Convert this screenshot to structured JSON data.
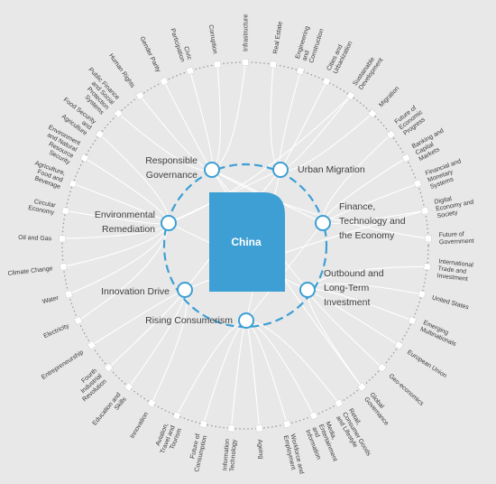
{
  "center": {
    "label": "China",
    "color": "#3d9fd3"
  },
  "colors": {
    "background": "#e8e8e9",
    "links": "#ffffff",
    "inner_ring": "#3d9fd3",
    "outer_ring": "#9a9a9a"
  },
  "subtopics": [
    {
      "id": "rg",
      "lines": [
        "Responsible",
        "Governance"
      ]
    },
    {
      "id": "um",
      "lines": [
        "Urban Migration"
      ]
    },
    {
      "id": "er",
      "lines": [
        "Environmental",
        "Remediation"
      ]
    },
    {
      "id": "ft",
      "lines": [
        "Finance,",
        "Technology and",
        "the Economy"
      ]
    },
    {
      "id": "id",
      "lines": [
        "Innovation Drive"
      ]
    },
    {
      "id": "ol",
      "lines": [
        "Outbound and",
        "Long-Term",
        "Investment"
      ]
    },
    {
      "id": "rc",
      "lines": [
        "Rising Consumerism"
      ]
    }
  ],
  "outer_topics": [
    {
      "label": "Infrastructure",
      "links": [
        "rg"
      ]
    },
    {
      "label": "Real Estate",
      "links": [
        "um"
      ]
    },
    {
      "label": "Engineering and Construction",
      "links": [
        "um"
      ]
    },
    {
      "label": "Cities and Urbanization",
      "links": [
        "um"
      ]
    },
    {
      "label": "Sustainable Development",
      "links": [
        "um",
        "er"
      ]
    },
    {
      "label": "Migration",
      "links": [
        "um"
      ]
    },
    {
      "label": "Future of Economic Progress",
      "links": [
        "ft"
      ]
    },
    {
      "label": "Banking and Capital Markets",
      "links": [
        "ft"
      ]
    },
    {
      "label": "Financial and Monetary Systems",
      "links": [
        "ft"
      ]
    },
    {
      "label": "Digital Economy and Society",
      "links": [
        "ft",
        "id"
      ]
    },
    {
      "label": "Future of Government",
      "links": [
        "rg"
      ]
    },
    {
      "label": "International Trade and Investment",
      "links": [
        "ol"
      ]
    },
    {
      "label": "United States",
      "links": [
        "ol"
      ]
    },
    {
      "label": "Emerging Multinationals",
      "links": [
        "ol"
      ]
    },
    {
      "label": "European Union",
      "links": [
        "ol"
      ]
    },
    {
      "label": "Geo-economics",
      "links": [
        "ol"
      ]
    },
    {
      "label": "Global Governance",
      "links": [
        "rg",
        "ol"
      ]
    },
    {
      "label": "Retail, Consumer Goods and Lifestyle",
      "links": [
        "rc"
      ]
    },
    {
      "label": "Media, Entertainment and Information",
      "links": [
        "rc"
      ]
    },
    {
      "label": "Workforce and Employment",
      "links": [
        "rc"
      ]
    },
    {
      "label": "Ageing",
      "links": [
        "rc"
      ]
    },
    {
      "label": "Information Technology",
      "links": [
        "rc"
      ]
    },
    {
      "label": "Future of Consumption",
      "links": [
        "rc"
      ]
    },
    {
      "label": "Aviation, Travel and Tourism",
      "links": [
        "rc"
      ]
    },
    {
      "label": "Innovation",
      "links": [
        "id"
      ]
    },
    {
      "label": "Education and Skills",
      "links": [
        "id"
      ]
    },
    {
      "label": "Fourth Industrial Revolution",
      "links": [
        "id"
      ]
    },
    {
      "label": "Entrepreneurship",
      "links": [
        "id"
      ]
    },
    {
      "label": "Electricity",
      "links": [
        "er"
      ]
    },
    {
      "label": "Water",
      "links": [
        "er"
      ]
    },
    {
      "label": "Climate Change",
      "links": [
        "er"
      ]
    },
    {
      "label": "Oil and Gas",
      "links": [
        "er"
      ]
    },
    {
      "label": "Circular Economy",
      "links": [
        "er"
      ]
    },
    {
      "label": "Agriculture, Food and Beverage",
      "links": [
        "er"
      ]
    },
    {
      "label": "Environment and Natural Resource Security",
      "links": [
        "er"
      ]
    },
    {
      "label": "Food Security and Agriculture",
      "links": [
        "er"
      ]
    },
    {
      "label": "Public Finance and Social Protection Systems",
      "links": [
        "rg"
      ]
    },
    {
      "label": "Human Rights",
      "links": [
        "rg"
      ]
    },
    {
      "label": "Gender Parity",
      "links": [
        "rg"
      ]
    },
    {
      "label": "Civic Participation",
      "links": [
        "rg"
      ]
    },
    {
      "label": "Corruption",
      "links": [
        "rg"
      ]
    }
  ]
}
